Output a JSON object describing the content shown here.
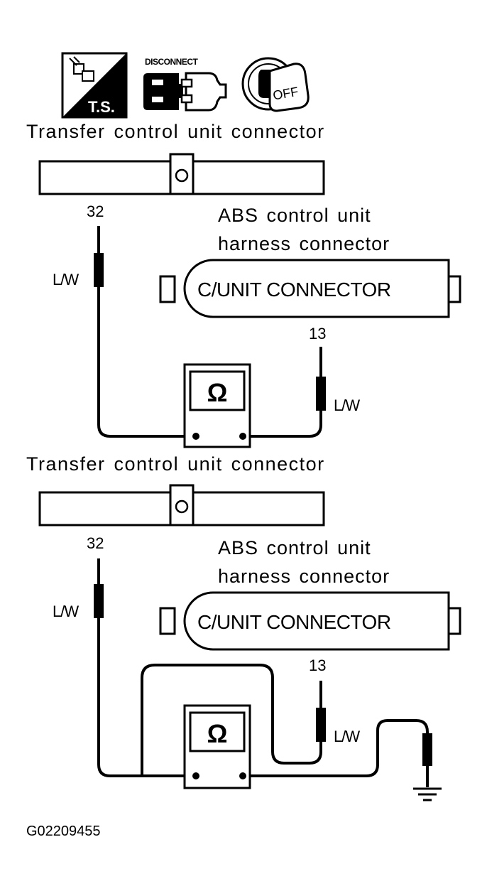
{
  "icons": {
    "ts_label": "T.S.",
    "disconnect_label": "DISCONNECT",
    "ignition_label": "OFF"
  },
  "diagram1": {
    "transfer_label": "Transfer control unit connector",
    "abs_label_line1": "ABS control unit",
    "abs_label_line2": "harness connector",
    "connector_text": "C/UNIT CONNECTOR",
    "pin_left": "32",
    "pin_right": "13",
    "wire_left": "L/W",
    "wire_right": "L/W",
    "meter_symbol": "Ω"
  },
  "diagram2": {
    "transfer_label": "Transfer control unit connector",
    "abs_label_line1": "ABS control unit",
    "abs_label_line2": "harness connector",
    "connector_text": "C/UNIT CONNECTOR",
    "pin_left": "32",
    "pin_right": "13",
    "wire_left": "L/W",
    "wire_right": "L/W",
    "meter_symbol": "Ω"
  },
  "figure_id": "G02209455"
}
